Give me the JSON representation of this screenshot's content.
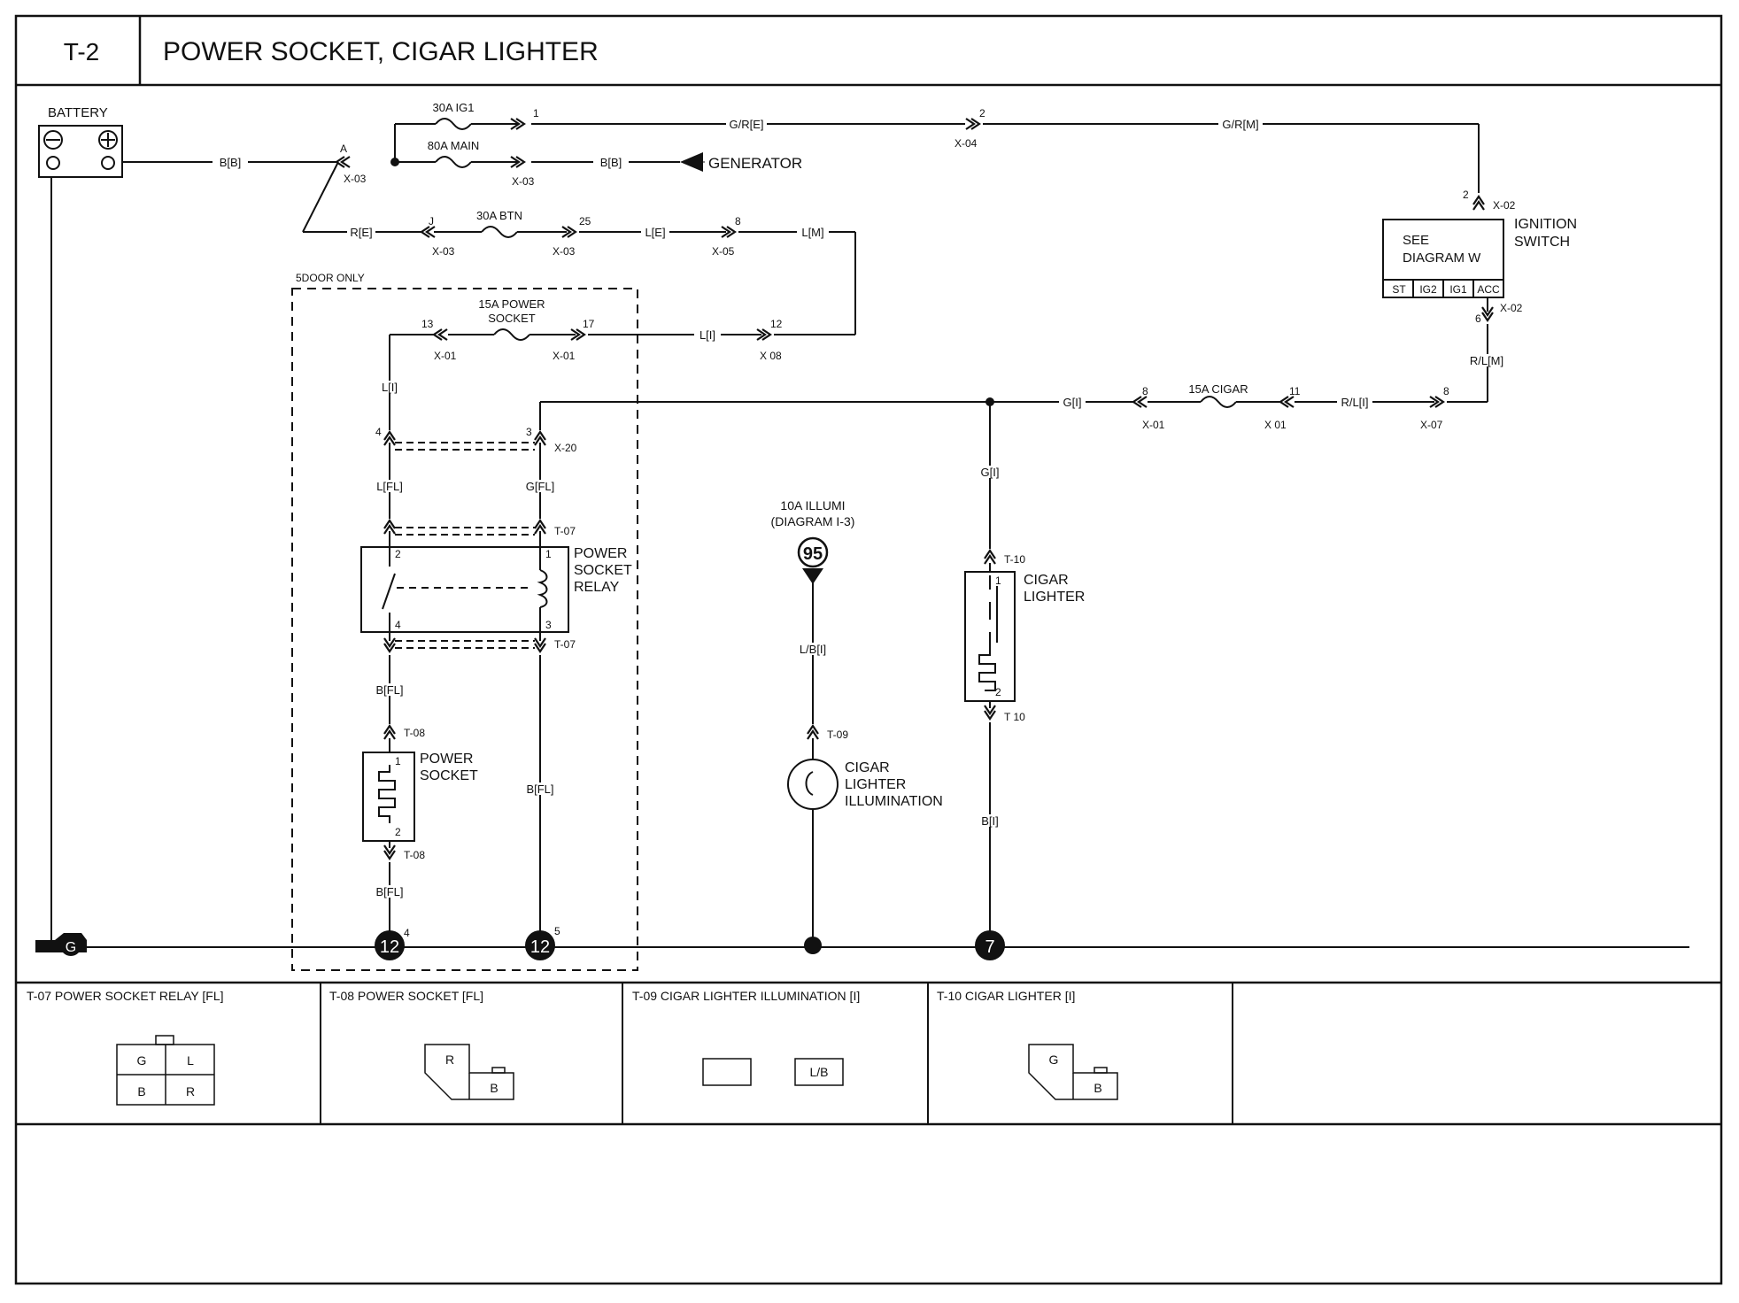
{
  "header": {
    "code": "T-2",
    "title": "POWER SOCKET, CIGAR LIGHTER"
  },
  "components": {
    "battery": "BATTERY",
    "generator": "GENERATOR",
    "ignition_switch": [
      "IGNITION",
      "SWITCH"
    ],
    "ignition_box": [
      "SEE",
      "DIAGRAM  W"
    ],
    "ignition_terminals": [
      "ST",
      "IG2",
      "IG1",
      "ACC"
    ],
    "fuse_ig1": "30A IG1",
    "fuse_main": "80A MAIN",
    "fuse_btn": "30A BTN",
    "fuse_power_socket": [
      "15A POWER",
      "SOCKET"
    ],
    "fuse_cigar": "15A CIGAR",
    "illumi": [
      "10A ILLUMI",
      "(DIAGRAM I-3)"
    ],
    "illumi_ref": "95",
    "five_door": "5DOOR ONLY",
    "relay": [
      "POWER",
      "SOCKET",
      "RELAY"
    ],
    "power_socket": [
      "POWER",
      "SOCKET"
    ],
    "cigar_lighter": [
      "CIGAR",
      "LIGHTER"
    ],
    "cigar_illum": [
      "CIGAR",
      "LIGHTER",
      "ILLUMINATION"
    ],
    "ground_g": "G",
    "ground_12": "12",
    "ground_7": "7"
  },
  "wires": {
    "bb": "B[B]",
    "gre": "G/R[E]",
    "grm": "G/R[M]",
    "re": "R[E]",
    "le": "L[E]",
    "lm": "L[M]",
    "li": "L[I]",
    "lfl": "L[FL]",
    "gfl": "G[FL]",
    "gi": "G[I]",
    "rli": "R/L[I]",
    "rlm": "R/L[M]",
    "bfl": "B[FL]",
    "lbi": "L/B[I]",
    "bi": "B[I]"
  },
  "connectors": {
    "x01": "X-01",
    "x02": "X-02",
    "x03": "X-03",
    "x04": "X-04",
    "x05": "X-05",
    "x07": "X-07",
    "x08": "X 08",
    "x20": "X-20",
    "t07": "T-07",
    "t08": "T-08",
    "t09": "T-09",
    "t10": "T-10",
    "t10b": "T 10",
    "x01b": "X 01"
  },
  "pins": {
    "a": "A",
    "j": "J",
    "p1": "1",
    "p2": "2",
    "p3": "3",
    "p4": "4",
    "p5": "5",
    "p6": "6",
    "p8": "8",
    "p11": "11",
    "p12": "12",
    "p13": "13",
    "p17": "17",
    "p25": "25"
  },
  "connector_views": [
    {
      "title": "T-07 POWER SOCKET RELAY [FL]",
      "cells": [
        "G",
        "L",
        "B",
        "R"
      ]
    },
    {
      "title": "T-08 POWER SOCKET [FL]",
      "cells": [
        "R",
        "B"
      ]
    },
    {
      "title": "T-09 CIGAR LIGHTER ILLUMINATION [I]",
      "cells": [
        "",
        "L/B"
      ]
    },
    {
      "title": "T-10 CIGAR LIGHTER [I]",
      "cells": [
        "G",
        "B"
      ]
    }
  ]
}
